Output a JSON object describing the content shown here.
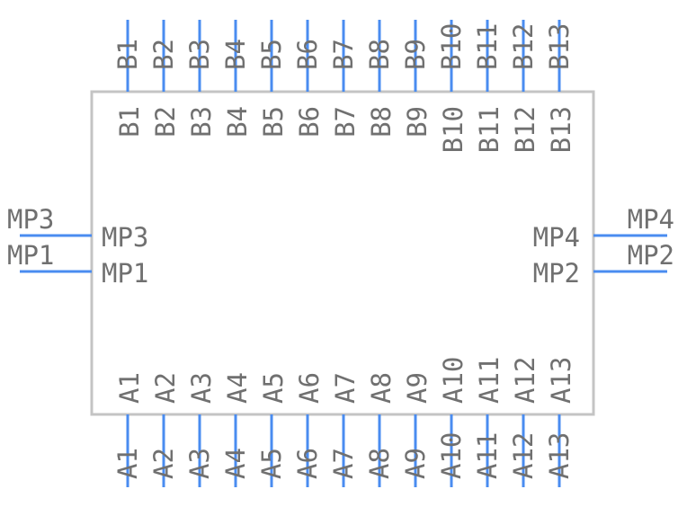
{
  "component": {
    "top_pins": [
      "B1",
      "B2",
      "B3",
      "B4",
      "B5",
      "B6",
      "B7",
      "B8",
      "B9",
      "B10",
      "B11",
      "B12",
      "B13"
    ],
    "bottom_pins": [
      "A1",
      "A2",
      "A3",
      "A4",
      "A5",
      "A6",
      "A7",
      "A8",
      "A9",
      "A10",
      "A11",
      "A12",
      "A13"
    ],
    "left_pins": [
      "MP3",
      "MP1"
    ],
    "right_pins": [
      "MP4",
      "MP2"
    ]
  },
  "colors": {
    "pin": "#4a8cf0",
    "outline": "#c4c4c4",
    "text": "#707070"
  }
}
